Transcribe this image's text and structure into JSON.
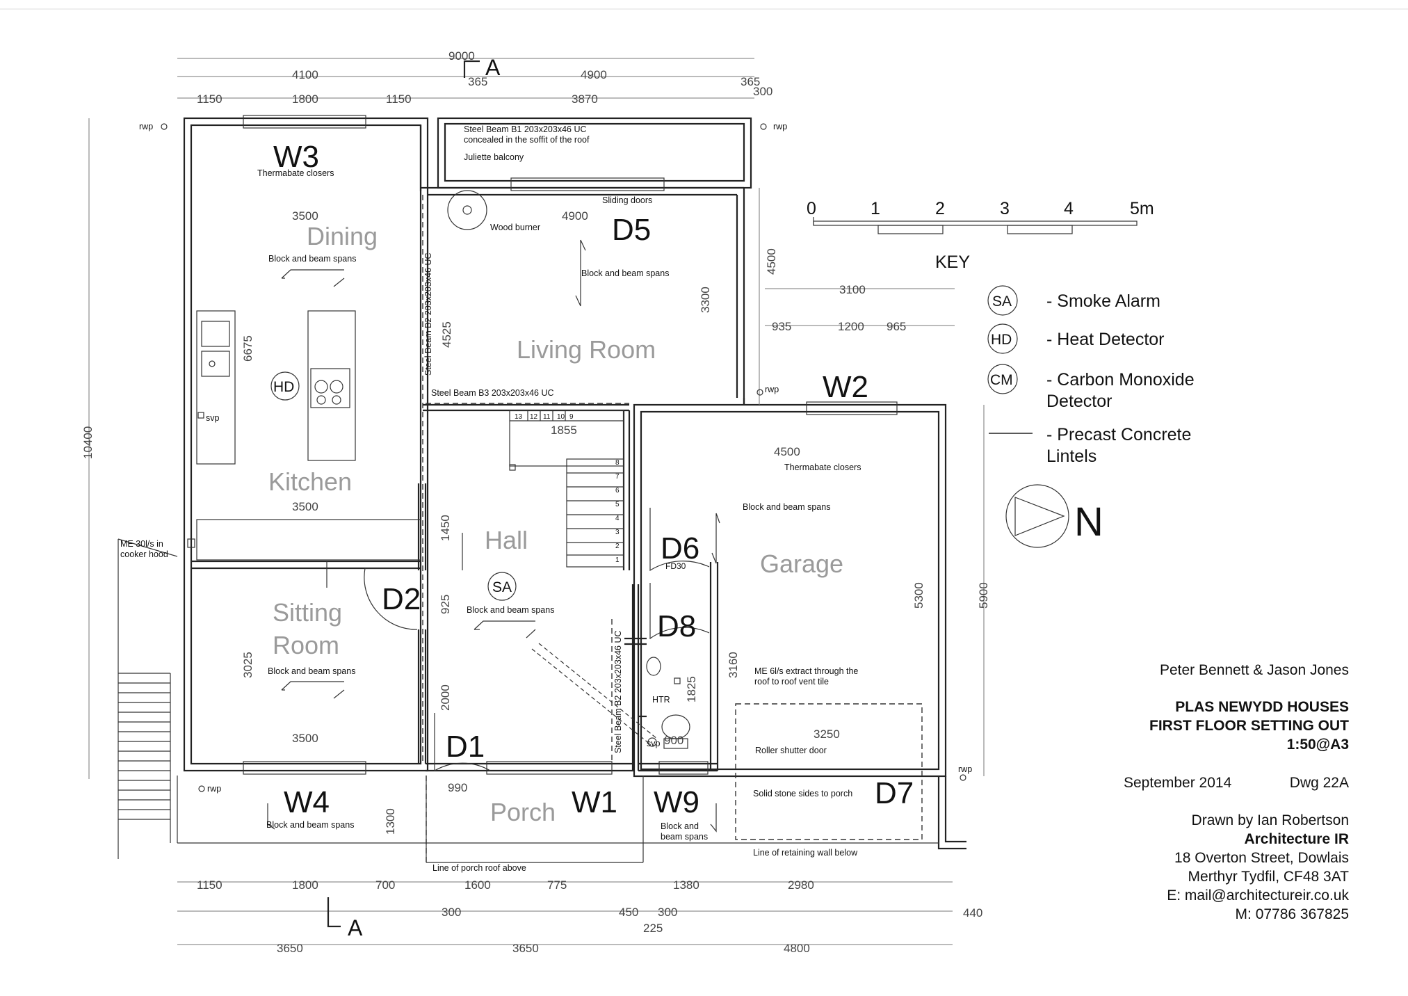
{
  "section_marks": {
    "a_top": "A",
    "a_bottom": "A"
  },
  "rooms": {
    "dining": "Dining",
    "kitchen": "Kitchen",
    "living": "Living Room",
    "hall": "Hall",
    "sitting_1": "Sitting",
    "sitting_2": "Room",
    "garage": "Garage",
    "porch": "Porch"
  },
  "openings": {
    "w3": "W3",
    "w2": "W2",
    "w4": "W4",
    "w1": "W1",
    "w9": "W9",
    "d5": "D5",
    "d2": "D2",
    "d6": "D6",
    "d8": "D8",
    "d1": "D1",
    "d7": "D7",
    "fd30": "FD30"
  },
  "symbols": {
    "sa": "SA",
    "hd": "HD",
    "cm": "CM"
  },
  "notes": {
    "steel_b1_1": "Steel Beam B1 203x203x46 UC",
    "steel_b1_2": "concealed in the soffit of the roof",
    "juliette": "Juliette balcony",
    "thermabate_w3": "Thermabate closers",
    "thermabate_w2": "Thermabate closers",
    "sliding": "Sliding doors",
    "wood_burner": "Wood burner",
    "bb_dining": "Block and beam spans",
    "bb_living": "Block and beam spans",
    "bb_hall": "Block and beam spans",
    "bb_sitting": "Block and beam spans",
    "bb_garage": "Block and beam spans",
    "bb_w4": "Block and beam spans",
    "bb_w9_1": "Block and",
    "bb_w9_2": "beam spans",
    "steel_b2_left": "Steel Beam B2 203x203x46 UC",
    "steel_b2_right": "Steel Beam B2 203x203x46 UC",
    "steel_b3": "Steel Beam B3 203x203x46 UC",
    "svp_kitchen": "svp",
    "svp_wc": "svp",
    "htr": "HTR",
    "me30_1": "ME 30l/s in",
    "me30_2": "cooker hood",
    "me6_1": "ME 6l/s extract through the",
    "me6_2": "roof to roof vent tile",
    "roller": "Roller shutter door",
    "stone": "Solid stone sides to porch",
    "porch_roof": "Line of porch roof above",
    "retaining": "Line of retaining wall below",
    "rwp_tl": "rwp",
    "rwp_tr": "rwp",
    "rwp_mid": "rwp",
    "rwp_bl": "rwp",
    "rwp_br": "rwp"
  },
  "stairs": {
    "top": [
      "13",
      "12",
      "11",
      "10",
      "9"
    ],
    "side": [
      "8",
      "7",
      "6",
      "5",
      "4",
      "3",
      "2",
      "1"
    ]
  },
  "dims": {
    "top_9000": "9000",
    "top_4100": "4100",
    "top_4900": "4900",
    "top_365a": "365",
    "top_365b": "365",
    "top_300": "300",
    "top_1150a": "1150",
    "top_1800": "1800",
    "top_1150b": "1150",
    "top_3870": "3870",
    "dining_3500": "3500",
    "living_4900": "4900",
    "kitchen_3500": "3500",
    "sitting_3500": "3500",
    "v_6675": "6675",
    "v_4525": "4525",
    "v_3300": "3300",
    "v_4500": "4500",
    "v_10400": "10400",
    "stair_1855": "1855",
    "hall_1450": "1450",
    "hall_925": "925",
    "hall_2000": "2000",
    "sitting_3025": "3025",
    "porch_1300": "1300",
    "wc_1825": "1825",
    "wc_3160": "3160",
    "wc_900": "900",
    "garage_4500": "4500",
    "garage_5300": "5300",
    "garage_5900": "5900",
    "garage_3250": "3250",
    "r_3100": "3100",
    "r_935": "935",
    "r_1200": "1200",
    "r_965": "965",
    "porch_990": "990",
    "b_1150": "1150",
    "b_1800": "1800",
    "b_700": "700",
    "b_1600": "1600",
    "b_775": "775",
    "b_1380": "1380",
    "b_2980": "2980",
    "b_300a": "300",
    "b_450": "450",
    "b_300b": "300",
    "b_225": "225",
    "b_440": "440",
    "b_3650a": "3650",
    "b_3650b": "3650",
    "b_4800": "4800"
  },
  "scale": {
    "labels": [
      "0",
      "1",
      "2",
      "3",
      "4",
      "5m"
    ]
  },
  "key": {
    "title": "KEY",
    "smoke": "- Smoke Alarm",
    "heat": "- Heat Detector",
    "co_1": "- Carbon Monoxide",
    "co_2": "Detector",
    "lintel_1": "- Precast Concrete",
    "lintel_2": "Lintels"
  },
  "north": "N",
  "titleblock": {
    "clients": "Peter Bennett & Jason Jones",
    "project": "PLAS NEWYDD HOUSES",
    "drawing": "FIRST FLOOR SETTING OUT",
    "scale": "1:50@A3",
    "date": "September 2014",
    "dwg": "Dwg 22A",
    "drawn": "Drawn by Ian Robertson",
    "firm": "Architecture IR",
    "addr1": "18 Overton Street, Dowlais",
    "addr2": "Merthyr Tydfil, CF48 3AT",
    "email": "E: mail@architectureir.co.uk",
    "mobile": "M: 07786 367825"
  }
}
